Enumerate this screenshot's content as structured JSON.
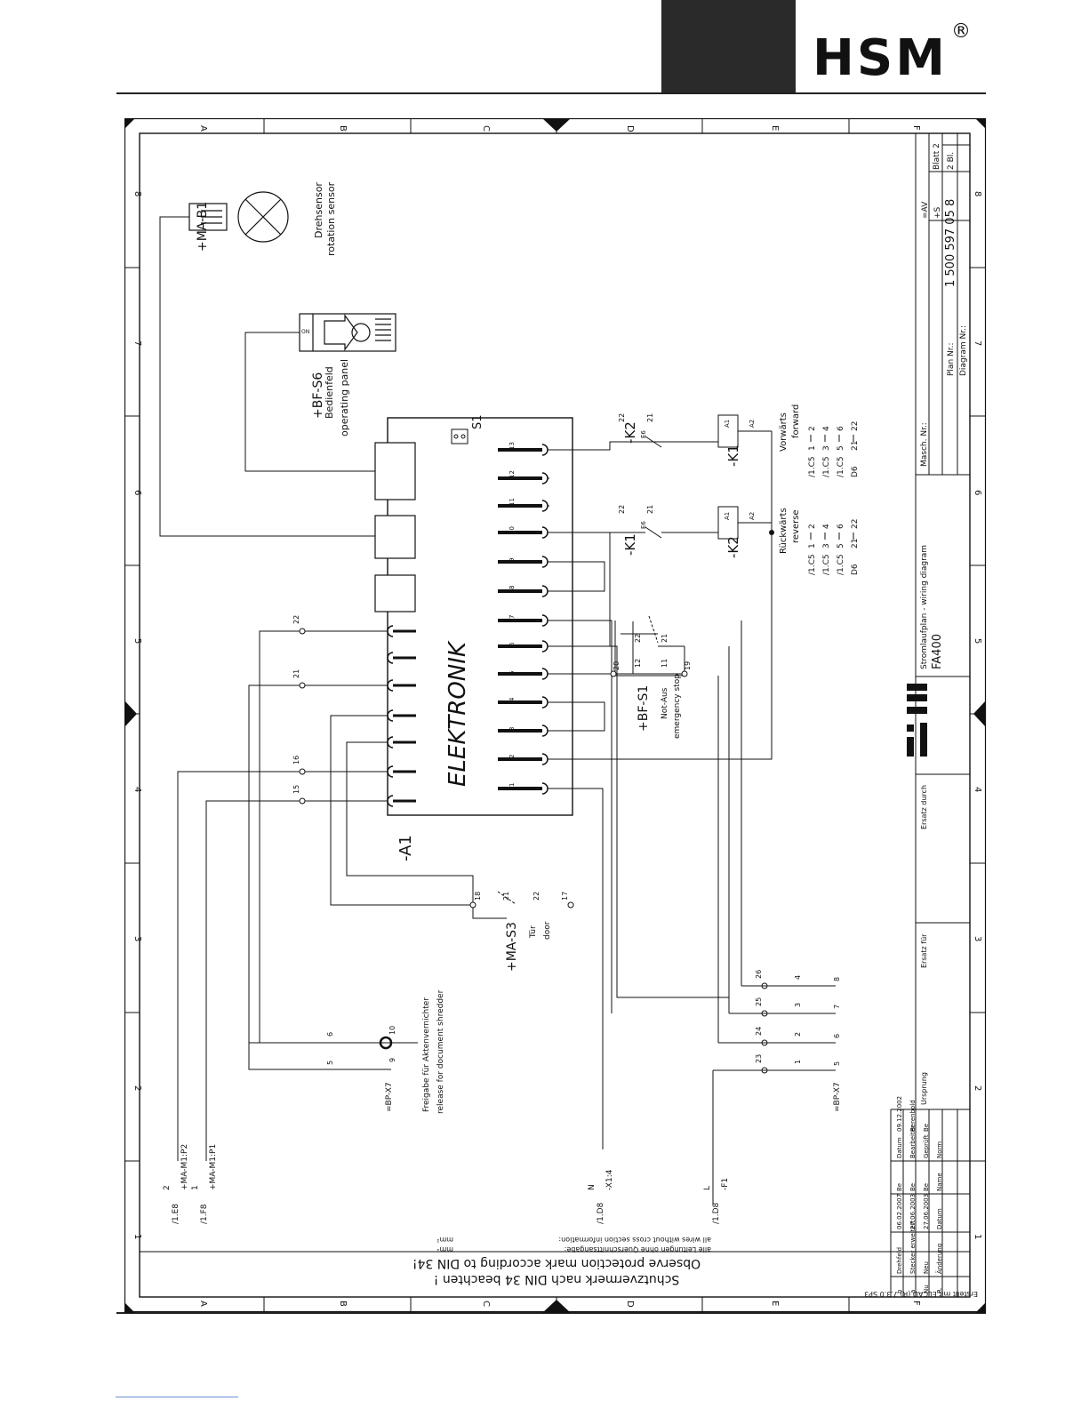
{
  "brand": {
    "logo": "HSM",
    "registered": "®"
  },
  "grid": {
    "cols": [
      "A",
      "B",
      "C",
      "D",
      "E",
      "F"
    ],
    "rows": [
      "8",
      "7",
      "6",
      "5",
      "4",
      "3",
      "2",
      "1"
    ]
  },
  "components": {
    "rotation_sensor": {
      "id": "+MA-B1",
      "de": "Drehsensor",
      "en": "rotation sensor"
    },
    "panel": {
      "id": "+BF-S6",
      "de": "Bedienfeld",
      "en": "operating panel",
      "on": "ON"
    },
    "controller": {
      "id": "-A1",
      "label": "ELEKTRONIK",
      "switch": "S1",
      "pins": [
        "1",
        "2",
        "3",
        "4",
        "5",
        "6",
        "7",
        "8",
        "9",
        "10",
        "11",
        "12",
        "13"
      ]
    },
    "k2_contact": {
      "id": "-K2",
      "pos": "E6",
      "t1": "22",
      "t2": "21"
    },
    "k1_contact": {
      "id": "-K1",
      "pos": "E6",
      "t1": "22",
      "t2": "21"
    },
    "k1_coil": {
      "id": "-K1",
      "a1": "A1",
      "a2": "A2"
    },
    "k2_coil": {
      "id": "-K2",
      "a1": "A1",
      "a2": "A2"
    },
    "forward": {
      "de": "Vorwärts",
      "en": "forward",
      "rows": [
        [
          "/1.C5",
          "1",
          "2"
        ],
        [
          "/1.C5",
          "3",
          "4"
        ],
        [
          "/1.C5",
          "5",
          "6"
        ],
        [
          "D6",
          "21",
          "22"
        ]
      ]
    },
    "reverse": {
      "de": "Rückwärts",
      "en": "reverse",
      "rows": [
        [
          "/1.C5",
          "1",
          "2"
        ],
        [
          "/1.C5",
          "3",
          "4"
        ],
        [
          "/1.C5",
          "5",
          "6"
        ],
        [
          "D6",
          "21",
          "22"
        ]
      ]
    },
    "estop": {
      "id": "+BF-S1",
      "de": "Not-Aus",
      "en": "emergency stop",
      "t": [
        "12",
        "11",
        "22",
        "21"
      ],
      "w20": "20",
      "w19": "19"
    },
    "door": {
      "id": "+MA-S3",
      "de": "Tür",
      "en": "door",
      "t": [
        "18",
        "21",
        "22",
        "17"
      ]
    },
    "wires": {
      "w15": "15",
      "w16": "16",
      "w21": "21",
      "w22": "22",
      "w23": "23",
      "w24": "24",
      "w25": "25",
      "w26": "26"
    },
    "bp_top": {
      "id": "=BP-X7",
      "pins": [
        "9",
        "10"
      ],
      "cores": [
        "5",
        "6"
      ]
    },
    "bp_bot": {
      "id": "=BP-X7",
      "pins": [
        "5",
        "6",
        "7",
        "8"
      ],
      "cores": [
        "1",
        "2",
        "3",
        "4"
      ]
    },
    "release": {
      "de": "Freigabe für Aktenvernichter",
      "en": "release for document shredder"
    },
    "refs": {
      "e8": {
        "ref": "/1.E8",
        "num": "2",
        "label": "+MA-M1:P2"
      },
      "f8": {
        "ref": "/1.F8",
        "num": "1",
        "label": "+MA-M1:P1"
      },
      "n": {
        "ref": "/1.D8",
        "num": "N",
        "label": "-X1:4"
      },
      "l": {
        "ref": "/1.D8",
        "num": "L",
        "label": "-F1"
      }
    }
  },
  "notes": {
    "de": "Schutzvermerk nach DIN 34 beachten !",
    "en": "Observe protection mark according to DIN 34!",
    "wire_de": "alle Leitungen ohne Querschnittsangabe:",
    "wire_en": "all wires without cross section information:",
    "unit": "mm²",
    "created": "Erstellt mit ELCAD (R) 7.3.0 SP3"
  },
  "title_block": {
    "title_de": "Stromlaufplan - wiring diagram",
    "model": "FA400",
    "masch": "Masch. Nr.:",
    "plan": "Plan Nr.:",
    "diagram": "Diagram Nr.:",
    "av": "=AV",
    "s": "+S",
    "number": "1 500 597 05 8",
    "blatt": "Blatt 2",
    "bl": "2 Bl.",
    "ersatz_durch": "Ersatz durch",
    "ersatz_fuer": "Ersatz für",
    "ursprung": "Ursprung",
    "rev_rows": [
      {
        "r": "b",
        "desc": "Drehfeld",
        "date": "06.02.2007",
        "name": "Be"
      },
      {
        "r": "a",
        "desc": "Stecker erweitert",
        "date": "27.06.2003",
        "name": "Be"
      },
      {
        "r": "Nu",
        "desc": "Neu",
        "date": "27.06.2003",
        "name": "Be"
      },
      {
        "r": "R.",
        "desc": "Änderung",
        "date": "Datum",
        "name": "Name"
      }
    ],
    "sign": [
      {
        "k": "Datum",
        "v": "09.12.2002"
      },
      {
        "k": "Bearbeiter",
        "v": "Berenbold"
      },
      {
        "k": "Geprüft",
        "v": "Be"
      },
      {
        "k": "Norm",
        "v": ""
      }
    ]
  }
}
